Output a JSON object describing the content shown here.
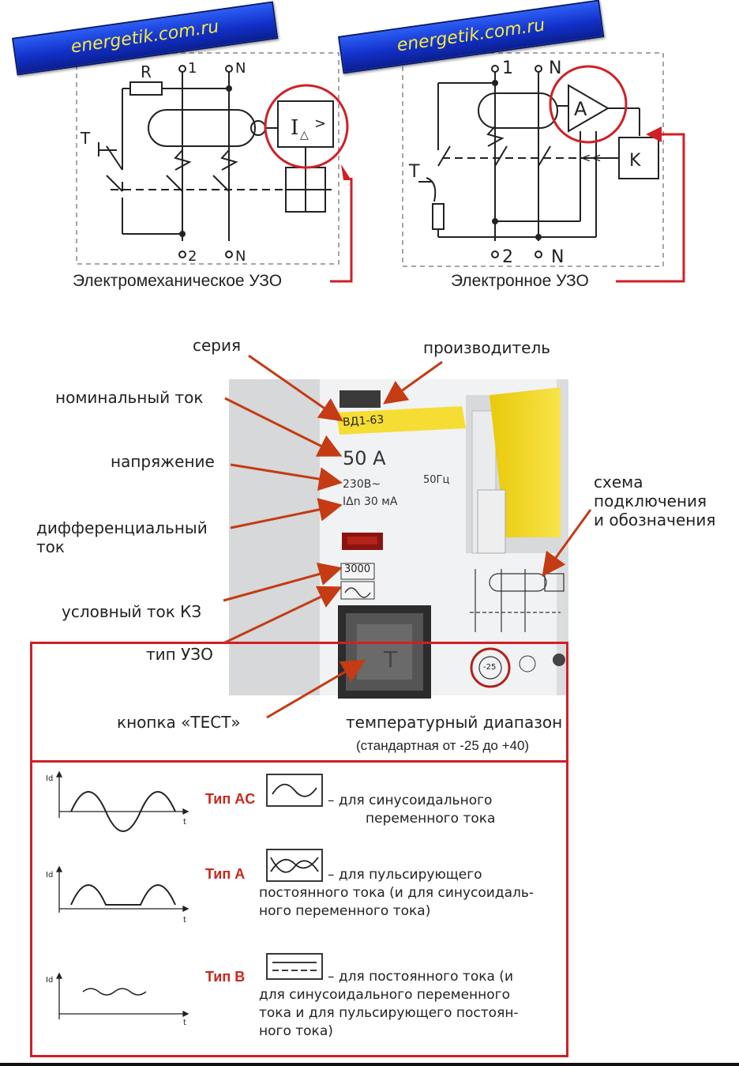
{
  "banner_text": "energetik.com.ru",
  "schemes": {
    "left_caption": "Электромеханическое УЗО",
    "right_caption": "Электронное УЗО",
    "left_labels": {
      "r": "R",
      "t": "T",
      "n_top": "N",
      "one_top": "1",
      "two_bottom": "2",
      "n_bottom": "N"
    },
    "right_labels": {
      "t": "T",
      "n_top": "N",
      "one_top": "1",
      "two_bottom": "2",
      "n_bottom": "N",
      "amp": "A",
      "k": "K"
    }
  },
  "device": {
    "series_text": "ВД1-63",
    "current": "50 А",
    "voltage": "230В~",
    "diff_current": "IΔn 30 мА",
    "freq": "50Гц",
    "kz_value": "3000",
    "test_button": "T",
    "temp_badge": "-25"
  },
  "annotations": {
    "series": "серия",
    "manufacturer": "производитель",
    "nominal_current": "номинальный ток",
    "voltage": "напряжение",
    "diff_current_1": "дифференциальный",
    "diff_current_2": "ток",
    "kz_current": "условный ток КЗ",
    "uzo_type": "тип УЗО",
    "test_button": "кнопка «ТЕСТ»",
    "scheme_1": "схема",
    "scheme_2": "подключения",
    "scheme_3": "и обозначения",
    "temp_1": "температурный диапазон",
    "temp_2": "(стандартная от -25 до +40)"
  },
  "types": [
    {
      "name": "Тип AC",
      "axis_y": "Id",
      "axis_x": "t",
      "lines": [
        "– для синусоидального",
        "переменного тока"
      ]
    },
    {
      "name": "Тип A",
      "axis_y": "Id",
      "axis_x": "t",
      "lines": [
        "– для пульсирующего",
        "постоянного тока (и для синусоидаль-",
        "ного переменного тока)"
      ]
    },
    {
      "name": "Тип B",
      "axis_y": "Id",
      "axis_x": "t",
      "lines": [
        "– для постоянного тока (и",
        "для синусоидального переменного",
        "тока и для пульсирующего постоян-",
        "ного тока)"
      ]
    }
  ],
  "colors": {
    "accent_red": "#d11f26",
    "arrow_brown": "#c43b14",
    "banner_blue": "#1a3bd8",
    "banner_text": "#f7e93a",
    "device_yellow": "#f2d40c"
  }
}
